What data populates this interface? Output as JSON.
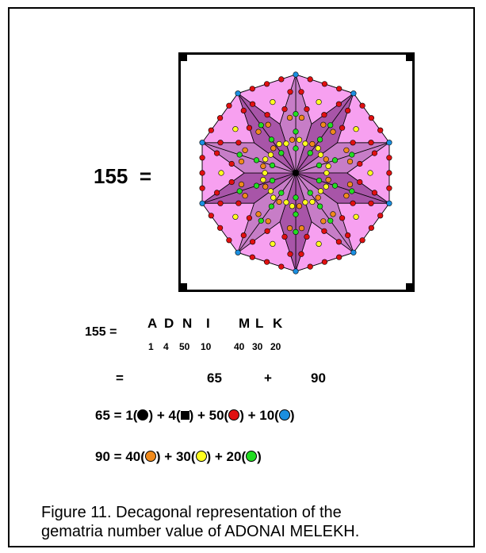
{
  "equation": {
    "value": "155",
    "equals": "="
  },
  "letters": [
    "A",
    "D",
    "N",
    "I",
    "M",
    "L",
    "K"
  ],
  "letter_values": [
    "1",
    "4",
    "50",
    "10",
    "40",
    "30",
    "20"
  ],
  "line1": {
    "left": "155",
    "eq": "="
  },
  "line2": {
    "eq": "=",
    "a": "65",
    "plus": "+",
    "b": "90"
  },
  "line3": {
    "left": "65",
    "eq": "=",
    "terms": [
      "1(",
      ") + 4(",
      ") + 50(",
      ") + 10(",
      ")"
    ]
  },
  "line4": {
    "left": "90",
    "eq": "=",
    "terms": [
      "40(",
      ") + 30(",
      ") + 20(",
      ")"
    ]
  },
  "caption": {
    "line1": "Figure 11. Decagonal representation of the",
    "line2": "gematria number value of ADONAI MELEKH."
  },
  "colors": {
    "black": "#000000",
    "red": "#e01010",
    "blue": "#1a8fe0",
    "orange": "#f08a1c",
    "yellow": "#ffff20",
    "green": "#22dd22",
    "light_pink": "#f7a0f0",
    "medium_purple": "#c77dc7",
    "dark_purple": "#a855a8"
  }
}
